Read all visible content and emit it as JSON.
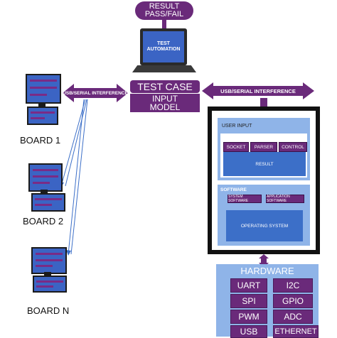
{
  "result_bubble": "RESULT\nPASS/FAIL",
  "laptop_screen": "TEST\nAUTOMATION",
  "test_case": "TEST CASE",
  "input_model": "INPUT\nMODEL",
  "usb_left": "USB/SERIAL INTERFERENCE",
  "usb_right": "USB/SERIAL INTERFERENCE",
  "boards": [
    "BOARD 1",
    "BOARD 2",
    "BOARD N"
  ],
  "user_input": {
    "title": "USER INPUT",
    "buttons": [
      "SOCKET",
      "PARSER",
      "CONTROL"
    ],
    "result": "RESULT"
  },
  "software": {
    "title": "SOFTWARE",
    "buttons": [
      "SYSTEM SOFTWARE",
      "APPLICATION SOFTWARE"
    ],
    "os": "OPERATING SYSTEM"
  },
  "hardware": {
    "title": "HARDWARE",
    "items": [
      "UART",
      "I2C",
      "SPI",
      "GPIO",
      "PWM",
      "ADC",
      "USB",
      "ETHERNET"
    ]
  },
  "colors": {
    "purple": "#6a2a7a",
    "blue": "#3c6fc8",
    "light_blue": "#8fb4e8"
  }
}
